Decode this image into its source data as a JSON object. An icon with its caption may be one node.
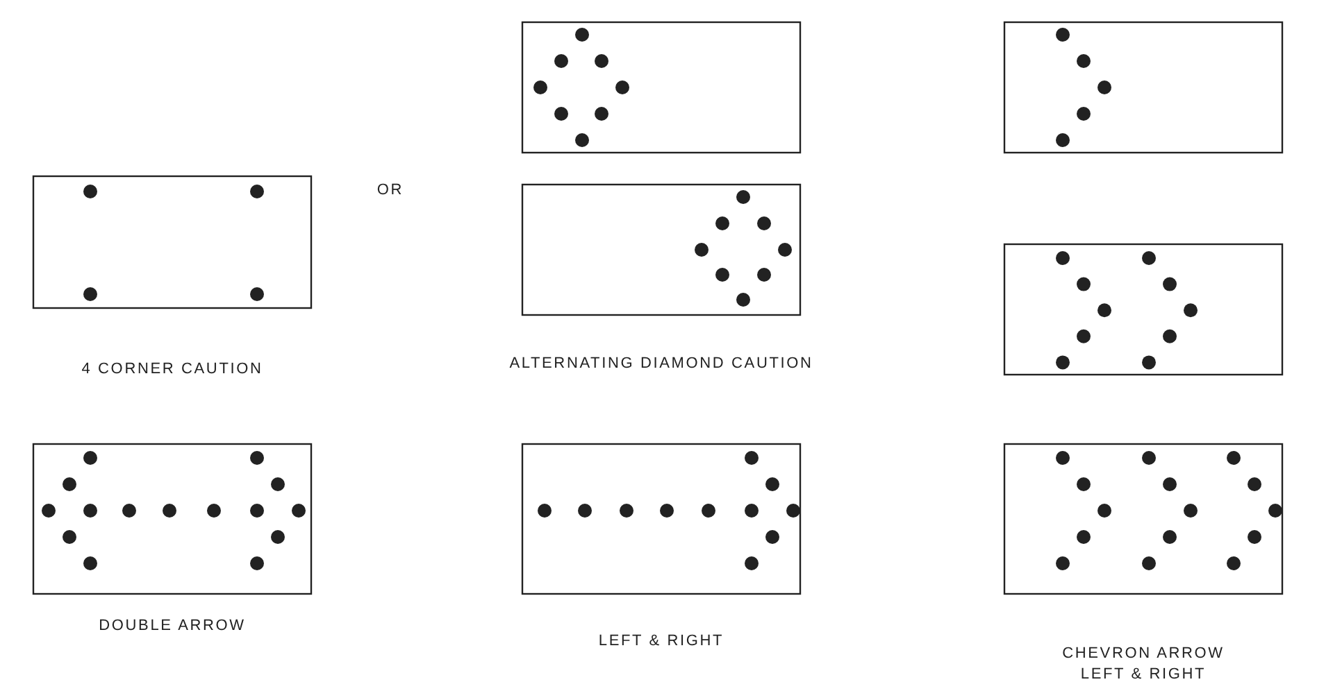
{
  "diagram": {
    "labels": [
      "OR",
      "4 CORNER CAUTION",
      "ALTERNATING DIAMOND CAUTION",
      "DOUBLE ARROW",
      "LEFT & RIGHT",
      "CHEVRON ARROW LEFT & RIGHT"
    ]
  }
}
